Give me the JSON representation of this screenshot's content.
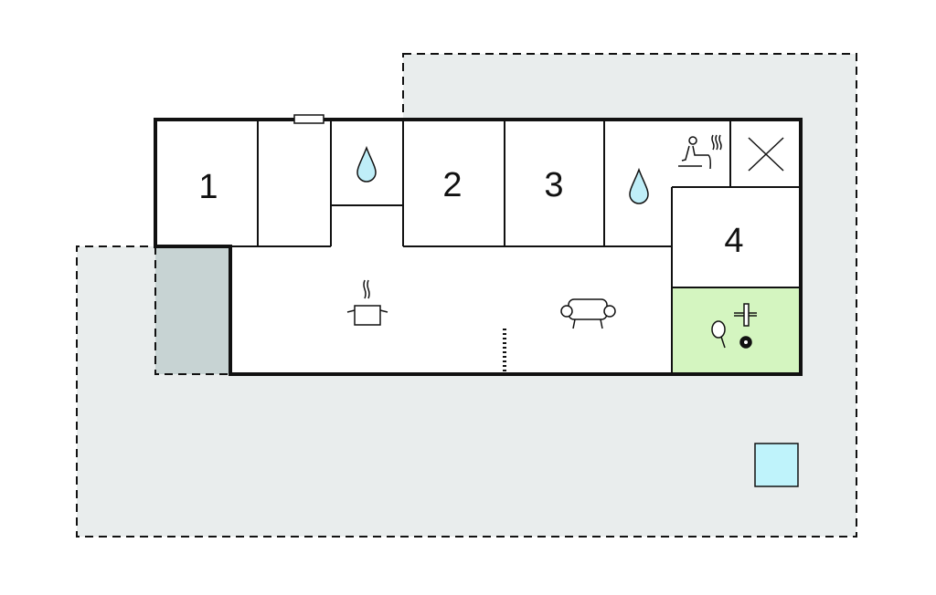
{
  "title": "Floor plan",
  "rooms": [
    {
      "label": "1",
      "type": "bedroom"
    },
    {
      "label": "2",
      "type": "bedroom"
    },
    {
      "label": "3",
      "type": "bedroom"
    },
    {
      "label": "4",
      "type": "bedroom"
    }
  ],
  "icons": [
    "water-drop-icon",
    "water-drop-icon",
    "sauna-icon",
    "cross-icon",
    "cooking-pot-icon",
    "sofa-icon",
    "games-icon"
  ],
  "colors": {
    "terrace": "#e9eded",
    "covered_terrace": "#c7d3d3",
    "game_room": "#d4f5c0",
    "pool": "#bff3fb",
    "water": "#bfeef8",
    "wall": "#111111"
  }
}
